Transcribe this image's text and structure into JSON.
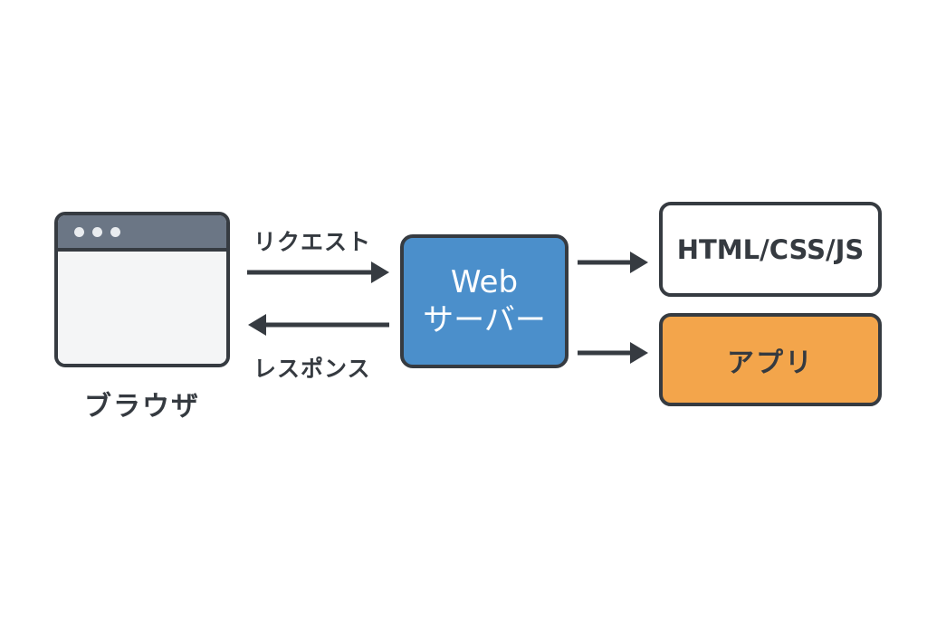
{
  "browser": {
    "label": "ブラウザ"
  },
  "request": {
    "label": "リクエスト"
  },
  "response": {
    "label": "レスポンス"
  },
  "server": {
    "line1": "Web",
    "line2": "サーバー",
    "fill_color": "#4b8fcb"
  },
  "outputs": {
    "static_label": "HTML/CSS/JS",
    "app_label": "アプリ",
    "app_fill_color": "#f3a54b"
  },
  "colors": {
    "outline": "#363b41",
    "browser_titlebar": "#6b7685",
    "text": "#353a40"
  }
}
